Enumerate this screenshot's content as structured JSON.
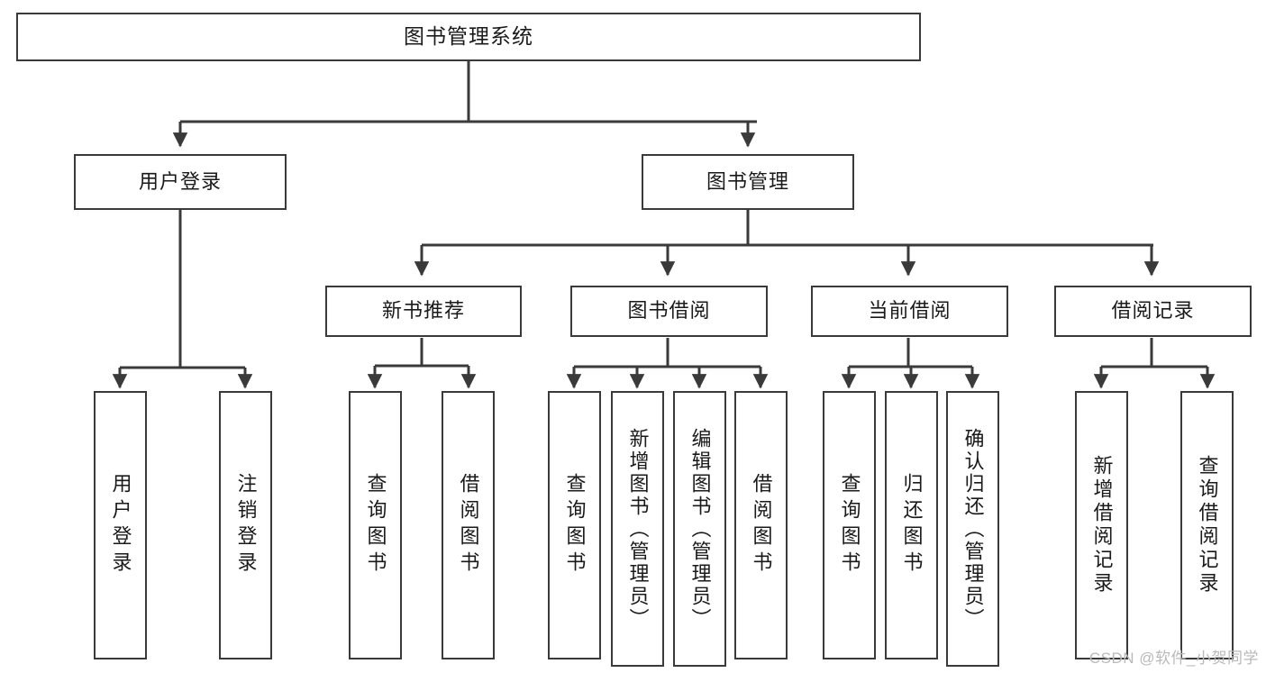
{
  "diagram": {
    "title": "图书管理系统",
    "type": "hierarchy-tree",
    "watermark": "CSDN @软件_小贺同学",
    "colors": {
      "stroke": "#3a3a3a",
      "fill": "#ffffff",
      "text": "#1a1a1a",
      "watermark": "#b9b9b9"
    },
    "levels": {
      "level1": [
        "图书管理系统"
      ],
      "level2": [
        "用户登录",
        "图书管理"
      ],
      "level3": [
        "新书推荐",
        "图书借阅",
        "当前借阅",
        "借阅记录"
      ],
      "level4": [
        "用户登录",
        "注销登录",
        "查询图书",
        "借阅图书",
        "查询图书",
        "新增图书（管理员）",
        "编辑图书（管理员）",
        "借阅图书",
        "查询图书",
        "归还图书",
        "确认归还（管理员）",
        "新增借阅记录",
        "查询借阅记录"
      ]
    },
    "nodes": {
      "root": {
        "label": "图书管理系统"
      },
      "user_login": {
        "label": "用户登录"
      },
      "book_mgmt": {
        "label": "图书管理"
      },
      "new_book_rec": {
        "label": "新书推荐"
      },
      "book_borrow": {
        "label": "图书借阅"
      },
      "current_borrow": {
        "label": "当前借阅"
      },
      "borrow_record": {
        "label": "借阅记录"
      },
      "leaf_user_login": {
        "label": "用户登录"
      },
      "leaf_logout": {
        "label": "注销登录"
      },
      "leaf_query_book_a": {
        "label": "查询图书"
      },
      "leaf_borrow_book_a": {
        "label": "借阅图书"
      },
      "leaf_query_book_b": {
        "label": "查询图书"
      },
      "leaf_add_book": {
        "label": "新增图书（管理员）"
      },
      "leaf_edit_book": {
        "label": "编辑图书（管理员）"
      },
      "leaf_borrow_book_b": {
        "label": "借阅图书"
      },
      "leaf_query_book_c": {
        "label": "查询图书"
      },
      "leaf_return_book": {
        "label": "归还图书"
      },
      "leaf_confirm_return": {
        "label": "确认归还（管理员）"
      },
      "leaf_add_record": {
        "label": "新增借阅记录"
      },
      "leaf_query_record": {
        "label": "查询借阅记录"
      }
    },
    "edges": [
      {
        "from": "root",
        "to": "user_login"
      },
      {
        "from": "root",
        "to": "book_mgmt"
      },
      {
        "from": "user_login",
        "to": "leaf_user_login"
      },
      {
        "from": "user_login",
        "to": "leaf_logout"
      },
      {
        "from": "book_mgmt",
        "to": "new_book_rec"
      },
      {
        "from": "book_mgmt",
        "to": "book_borrow"
      },
      {
        "from": "book_mgmt",
        "to": "current_borrow"
      },
      {
        "from": "book_mgmt",
        "to": "borrow_record"
      },
      {
        "from": "new_book_rec",
        "to": "leaf_query_book_a"
      },
      {
        "from": "new_book_rec",
        "to": "leaf_borrow_book_a"
      },
      {
        "from": "book_borrow",
        "to": "leaf_query_book_b"
      },
      {
        "from": "book_borrow",
        "to": "leaf_add_book"
      },
      {
        "from": "book_borrow",
        "to": "leaf_edit_book"
      },
      {
        "from": "book_borrow",
        "to": "leaf_borrow_book_b"
      },
      {
        "from": "current_borrow",
        "to": "leaf_query_book_c"
      },
      {
        "from": "current_borrow",
        "to": "leaf_return_book"
      },
      {
        "from": "current_borrow",
        "to": "leaf_confirm_return"
      },
      {
        "from": "borrow_record",
        "to": "leaf_add_record"
      },
      {
        "from": "borrow_record",
        "to": "leaf_query_record"
      }
    ]
  }
}
